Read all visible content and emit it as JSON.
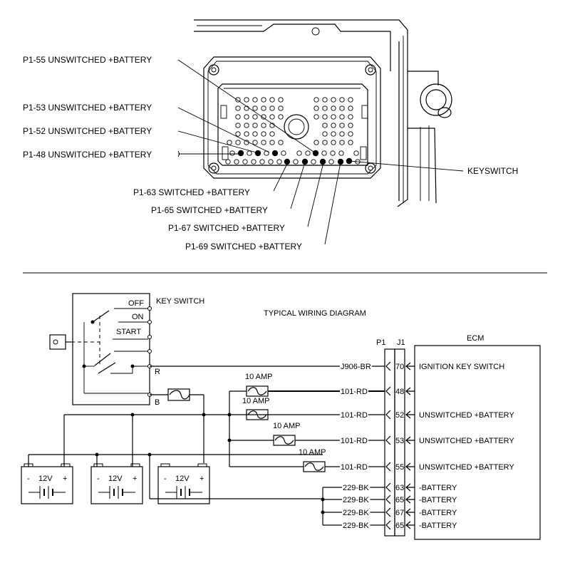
{
  "connector_view": {
    "pin_callouts_left": [
      "P1-55 UNSWITCHED +BATTERY",
      "P1-53 UNSWITCHED +BATTERY",
      "P1-52 UNSWITCHED +BATTERY",
      "P1-48 UNSWITCHED +BATTERY"
    ],
    "pin_callouts_bottom": [
      "P1-63 SWITCHED +BATTERY",
      "P1-65 SWITCHED +BATTERY",
      "P1-67 SWITCHED +BATTERY",
      "P1-69 SWITCHED +BATTERY"
    ],
    "keyswitch_label": "KEYSWITCH"
  },
  "wiring": {
    "title": "TYPICAL WIRING DIAGRAM",
    "key_switch": {
      "title": "KEY SWITCH",
      "positions": [
        "OFF",
        "ON",
        "START"
      ],
      "terminal_r": "R",
      "terminal_b": "B"
    },
    "connector_headers": {
      "p1": "P1",
      "j1": "J1"
    },
    "ecm": {
      "title": "ECM",
      "rows": [
        {
          "wire": "J906-BR",
          "pin": "70",
          "label": "IGNITION KEY SWITCH"
        },
        {
          "wire": "101-RD",
          "pin": "48",
          "label": ""
        },
        {
          "wire": "101-RD",
          "pin": "52",
          "label": "UNSWITCHED +BATTERY"
        },
        {
          "wire": "101-RD",
          "pin": "53",
          "label": "UNSWITCHED +BATTERY"
        },
        {
          "wire": "101-RD",
          "pin": "55",
          "label": "UNSWITCHED +BATTERY"
        },
        {
          "wire": "229-BK",
          "pin": "63",
          "label": "-BATTERY"
        },
        {
          "wire": "229-BK",
          "pin": "65",
          "label": "-BATTERY"
        },
        {
          "wire": "229-BK",
          "pin": "67",
          "label": "-BATTERY"
        },
        {
          "wire": "229-BK",
          "pin": "65",
          "label": "-BATTERY"
        }
      ]
    },
    "fuses": [
      "10 AMP",
      "10 AMP",
      "10 AMP",
      "10 AMP"
    ],
    "batteries": [
      {
        "voltage": "12V",
        "neg": "-",
        "pos": "+"
      },
      {
        "voltage": "12V",
        "neg": "-",
        "pos": "+"
      },
      {
        "voltage": "12V",
        "neg": "-",
        "pos": "+"
      }
    ]
  }
}
